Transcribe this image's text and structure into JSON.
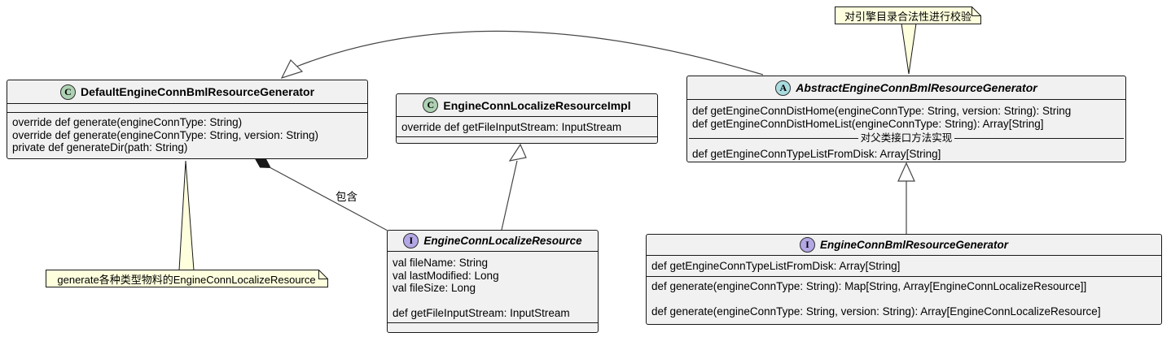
{
  "colors": {
    "box_fill": "#f1f1f1",
    "box_border": "#181818",
    "note_fill": "#feffdd",
    "class_icon_bg": "#add1b2",
    "abstract_icon_bg": "#a9dcdf",
    "interface_icon_bg": "#b4a7e5",
    "edge_color": "#454645",
    "text_color": "#000000"
  },
  "classes": {
    "default_generator": {
      "icon_letter": "C",
      "name": "DefaultEngineConnBmlResourceGenerator",
      "methods": [
        "override def generate(engineConnType: String)",
        "override def generate(engineConnType: String, version: String)",
        "private def generateDir(path: String)"
      ]
    },
    "localize_resource_impl": {
      "icon_letter": "C",
      "name": "EngineConnLocalizeResourceImpl",
      "fields": [
        "override def getFileInputStream: InputStream"
      ]
    },
    "abstract_generator": {
      "icon_letter": "A",
      "name": "AbstractEngineConnBmlResourceGenerator",
      "methods_top": [
        "def getEngineConnDistHome(engineConnType: String, version: String): String",
        "def getEngineConnDistHomeList(engineConnType: String): Array[String]"
      ],
      "separator_label": "对父类接口方法实现",
      "methods_bottom": [
        "def getEngineConnTypeListFromDisk: Array[String]"
      ]
    },
    "localize_resource": {
      "icon_letter": "I",
      "name": "EngineConnLocalizeResource",
      "fields": [
        "val fileName: String",
        "val lastModified: Long",
        "val fileSize: Long",
        "",
        "def getFileInputStream: InputStream"
      ]
    },
    "bml_generator": {
      "icon_letter": "I",
      "name": "EngineConnBmlResourceGenerator",
      "fields": [
        "def getEngineConnTypeListFromDisk: Array[String]"
      ],
      "methods": [
        "def generate(engineConnType: String): Map[String, Array[EngineConnLocalizeResource]]",
        "",
        "def generate(engineConnType: String, version: String): Array[EngineConnLocalizeResource]"
      ]
    }
  },
  "notes": {
    "top": "对引擎目录合法性进行校验",
    "bottom_left": "generate各种类型物料的EngineConnLocalizeResource"
  },
  "edges": {
    "composition_label": "包含"
  }
}
